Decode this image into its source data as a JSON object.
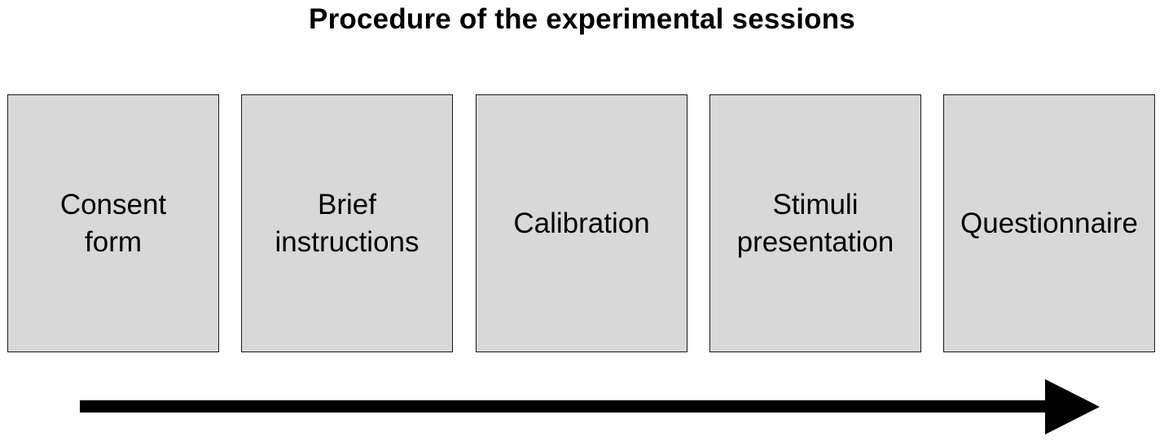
{
  "title": "Procedure of the experimental sessions",
  "steps": [
    {
      "label": "Consent\nform"
    },
    {
      "label": "Brief\ninstructions"
    },
    {
      "label": "Calibration"
    },
    {
      "label": "Stimuli\npresentation"
    },
    {
      "label": "Questionnaire"
    }
  ],
  "colors": {
    "box_fill": "#d8d8d8",
    "box_border": "#1a1a1a",
    "arrow": "#000000"
  },
  "arrow": {
    "direction": "right",
    "icon": "right-arrow-icon"
  }
}
